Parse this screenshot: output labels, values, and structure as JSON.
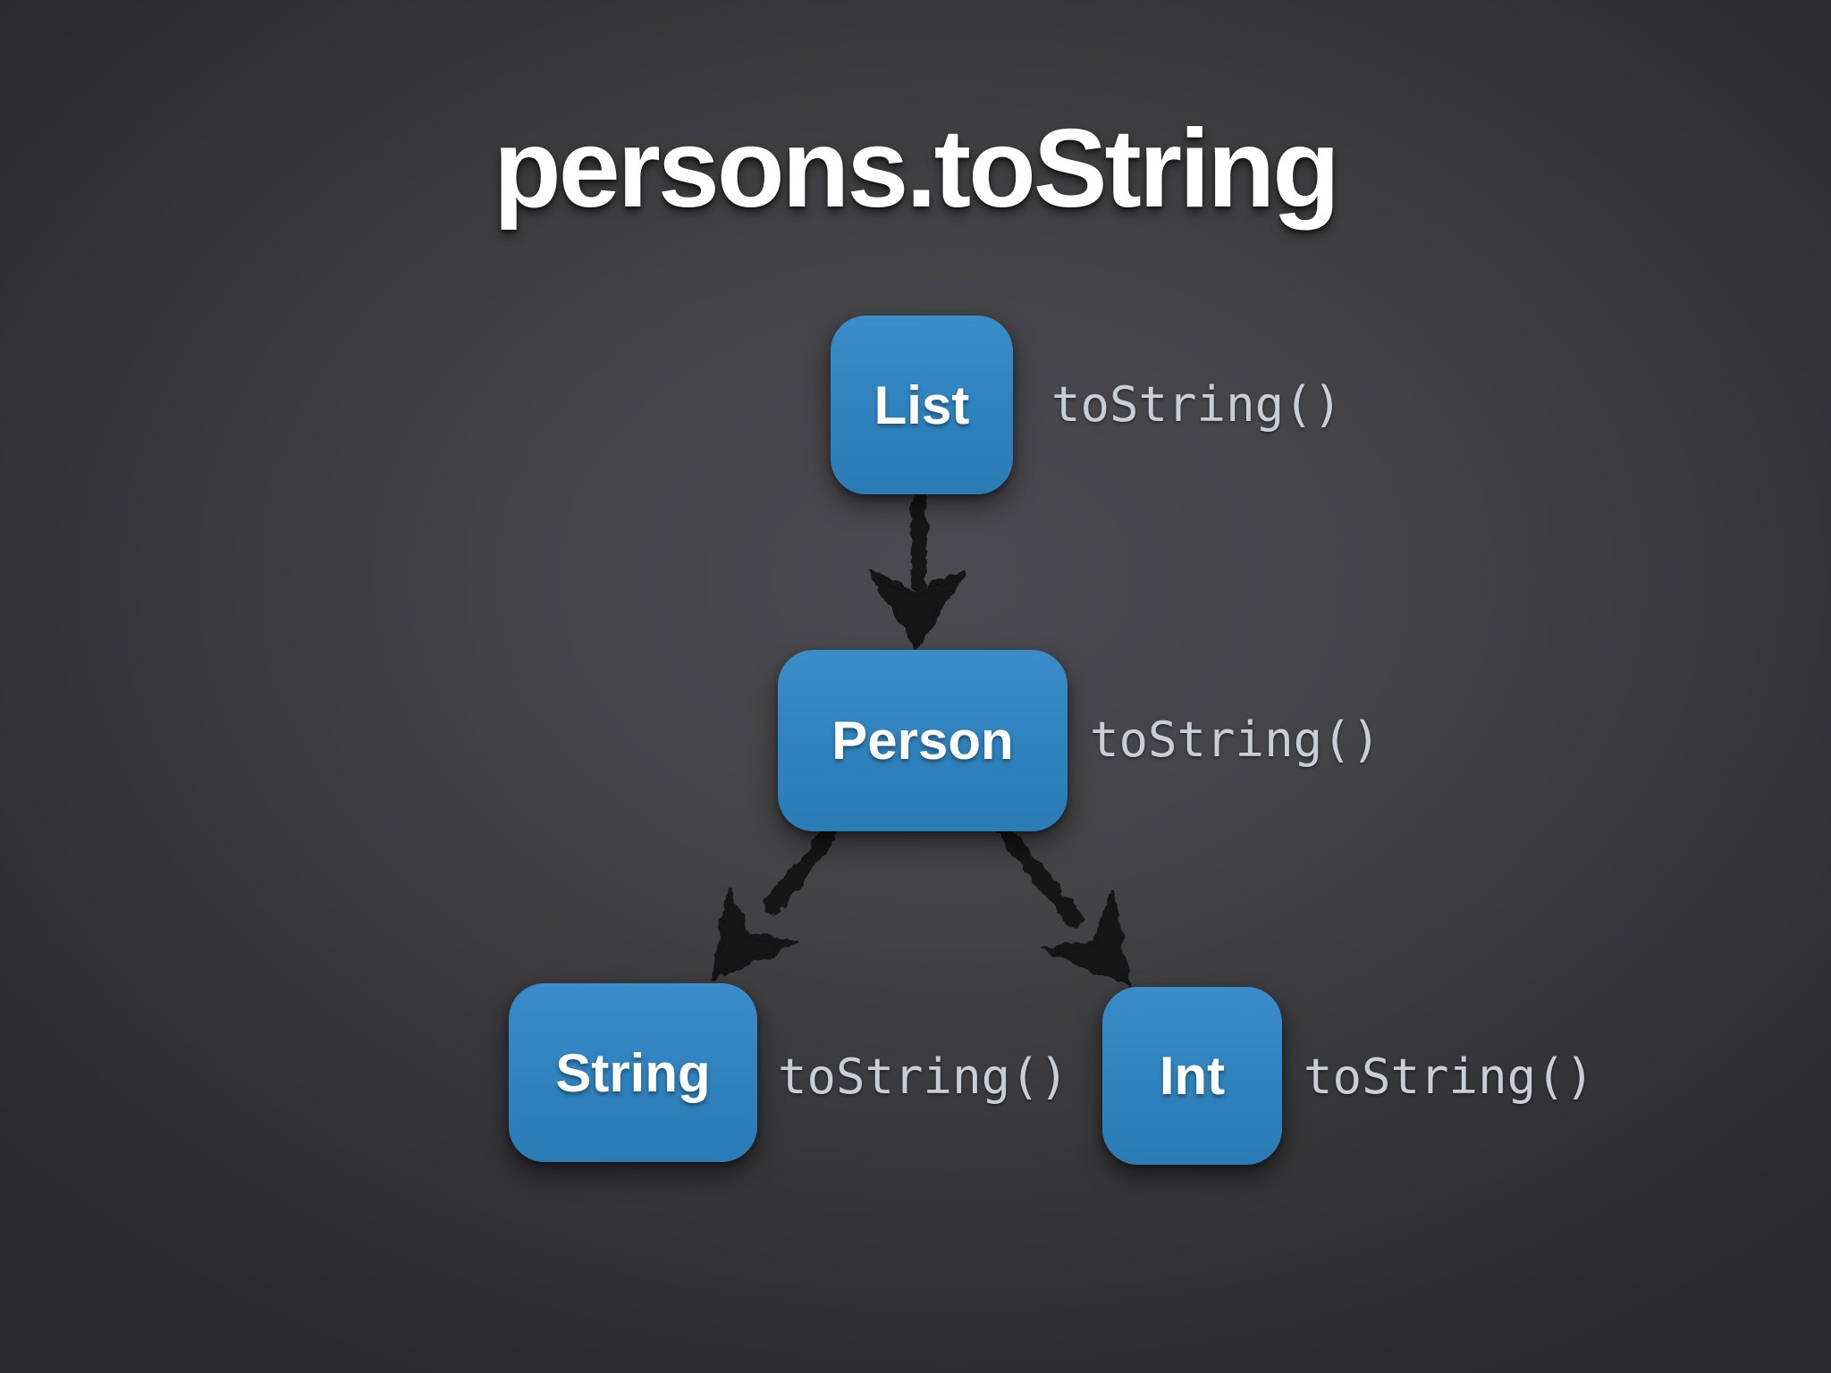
{
  "slide": {
    "title": "persons.toString",
    "diagram": {
      "nodes": [
        {
          "id": "list",
          "label": "List",
          "method": "toString()"
        },
        {
          "id": "person",
          "label": "Person",
          "method": "toString()"
        },
        {
          "id": "string",
          "label": "String",
          "method": "toString()"
        },
        {
          "id": "int",
          "label": "Int",
          "method": "toString()"
        }
      ],
      "edges": [
        {
          "from": "List",
          "to": "Person"
        },
        {
          "from": "Person",
          "to": "String"
        },
        {
          "from": "Person",
          "to": "Int"
        }
      ]
    },
    "colors": {
      "background_center": "#4c4c50",
      "background_edge": "#2a2a2c",
      "node_fill": "#2e82bd",
      "node_label": "#ffffff",
      "method_label": "#c9ced4",
      "arrow": "#121215",
      "title": "#ffffff"
    }
  }
}
